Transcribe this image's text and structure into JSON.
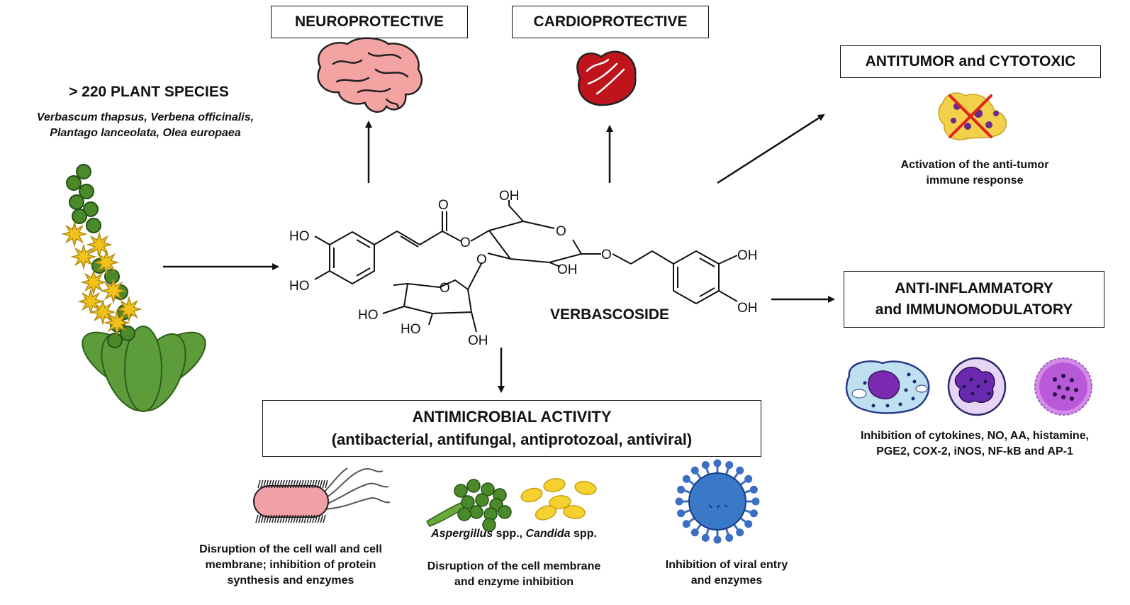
{
  "sources": {
    "heading": "> 220 PLANT SPECIES",
    "species_line1": "Verbascum thapsus, Verbena officinalis,",
    "species_line2": "Plantago lanceolata, Olea europaea"
  },
  "compound": {
    "name": "VERBASCOSIDE",
    "labels": {
      "ho_1": "HO",
      "ho_2": "HO",
      "o_carbonyl": "O",
      "o_ester": "O",
      "oh_ch2": "OH",
      "o_ring": "O",
      "oh_glc": "OH",
      "o_glyc": "O",
      "oh_cat1": "OH",
      "oh_cat2": "OH",
      "o_rha_link": "O",
      "o_rha_ring": "O",
      "ho_rha1": "HO",
      "ho_rha2": "HO",
      "oh_rha": "OH"
    }
  },
  "activities": {
    "neuro": "NEUROPROTECTIVE",
    "cardio": "CARDIOPROTECTIVE",
    "antitumor": {
      "title": "ANTITUMOR and CYTOTOXIC",
      "caption_line1": "Activation of the anti-tumor",
      "caption_line2": "immune response"
    },
    "inflammatory": {
      "title_line1": "ANTI-INFLAMMATORY",
      "title_line2": "and IMMUNOMODULATORY",
      "caption_line1": "Inhibition of cytokines, NO, AA, histamine,",
      "caption_line2": "PGE2, COX-2, iNOS, NF-kB and AP-1"
    },
    "antimicrobial": {
      "title_line1": "ANTIMICROBIAL ACTIVITY",
      "title_line2": "(antibacterial, antifungal, antiprotozoal, antiviral)",
      "bacteria_caption": [
        "Disruption of the cell wall and cell",
        "membrane; inhibition of protein",
        "synthesis and enzymes"
      ],
      "fungi_species_italic1": "Aspergillus",
      "fungi_species_mid": " spp., ",
      "fungi_species_italic2": "Candida",
      "fungi_species_end": " spp.",
      "fungi_caption": [
        "Disruption of the cell membrane",
        "and enzyme inhibition"
      ],
      "virus_caption": [
        "Inhibition of viral entry",
        "and enzymes"
      ]
    }
  },
  "icons": [
    "plant-icon",
    "brain-icon",
    "heart-icon",
    "tumor-cell-icon",
    "macrophage-icon",
    "neutrophil-icon",
    "eosinophil-icon",
    "bacterium-icon",
    "fungi-icon",
    "yeast-icon",
    "virus-icon"
  ],
  "colors": {
    "brain": "#f29c9c",
    "heart": "#c0141c",
    "plant_green": "#4a8a2a",
    "flower_yellow": "#f2c21a",
    "virus_blue": "#3a6fc4",
    "cell_purple": "#8a3cc4"
  }
}
